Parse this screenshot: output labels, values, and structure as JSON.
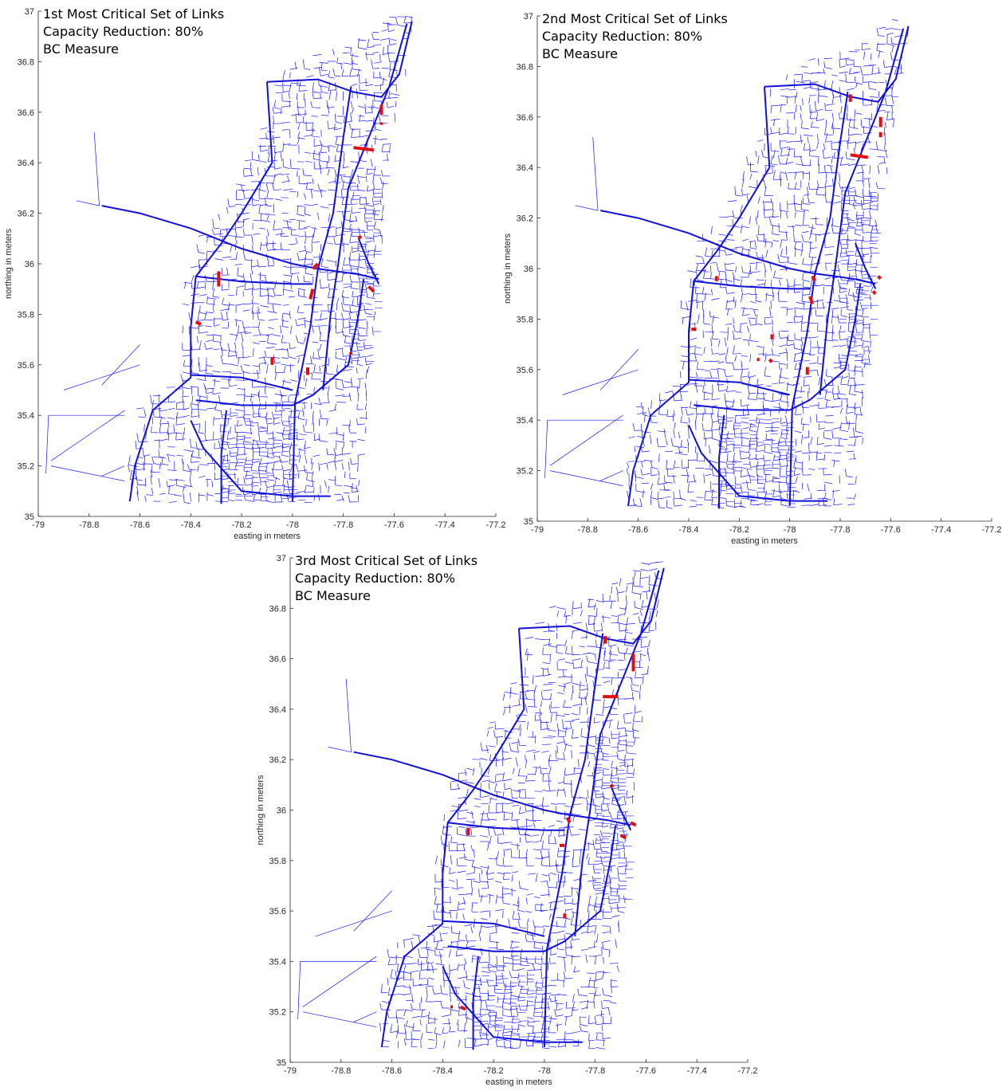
{
  "chart_data": [
    {
      "type": "network-map",
      "annotation": [
        "1st Most Critical Set of Links",
        "Capacity Reduction: 80%",
        "BC Measure"
      ],
      "xlabel": "easting in meters",
      "ylabel": "northing in meters",
      "xlim": [
        -79,
        -77.2
      ],
      "ylim": [
        35,
        37
      ],
      "xticks": [
        "-79",
        "-78.8",
        "-78.6",
        "-78.4",
        "-78.2",
        "-78",
        "-77.8",
        "-77.6",
        "-77.4",
        "-77.2"
      ],
      "yticks": [
        "35",
        "35.2",
        "35.4",
        "35.6",
        "35.8",
        "36",
        "36.2",
        "36.4",
        "36.6",
        "36.8",
        "37"
      ],
      "network_color": "#1a1aff",
      "critical_color": "#e01010",
      "critical_links": [
        [
          [
            -77.65,
            36.63
          ],
          [
            -77.65,
            36.59
          ]
        ],
        [
          [
            -77.65,
            36.56
          ],
          [
            -77.65,
            36.55
          ]
        ],
        [
          [
            -77.76,
            36.46
          ],
          [
            -77.68,
            36.45
          ]
        ],
        [
          [
            -78.29,
            35.97
          ],
          [
            -78.29,
            35.91
          ]
        ],
        [
          [
            -77.92,
            35.98
          ],
          [
            -77.9,
            36.0
          ]
        ],
        [
          [
            -77.93,
            35.86
          ],
          [
            -77.92,
            35.9
          ]
        ],
        [
          [
            -78.38,
            35.77
          ],
          [
            -78.36,
            35.76
          ]
        ],
        [
          [
            -78.08,
            35.63
          ],
          [
            -78.08,
            35.6
          ]
        ],
        [
          [
            -77.94,
            35.59
          ],
          [
            -77.94,
            35.56
          ]
        ],
        [
          [
            -77.7,
            35.91
          ],
          [
            -77.68,
            35.89
          ]
        ],
        [
          [
            -77.74,
            36.1
          ],
          [
            -77.73,
            36.11
          ]
        ],
        [
          [
            -77.77,
            35.65
          ],
          [
            -77.77,
            35.64
          ]
        ]
      ]
    },
    {
      "type": "network-map",
      "annotation": [
        "2nd Most Critical Set of Links",
        "Capacity Reduction: 80%",
        "BC Measure"
      ],
      "xlabel": "easting in meters",
      "ylabel": "northing in meters",
      "xlim": [
        -79,
        -77.2
      ],
      "ylim": [
        35,
        37
      ],
      "xticks": [
        "-79",
        "-78.8",
        "-78.6",
        "-78.4",
        "-78.2",
        "-78",
        "-77.8",
        "-77.6",
        "-77.4",
        "-77.2"
      ],
      "yticks": [
        "35",
        "35.2",
        "35.4",
        "35.6",
        "35.8",
        "36",
        "36.2",
        "36.4",
        "36.6",
        "36.8",
        "37"
      ],
      "network_color": "#1a1aff",
      "critical_color": "#e01010",
      "critical_links": [
        [
          [
            -77.76,
            36.69
          ],
          [
            -77.76,
            36.66
          ]
        ],
        [
          [
            -77.64,
            36.6
          ],
          [
            -77.64,
            36.56
          ]
        ],
        [
          [
            -77.64,
            36.54
          ],
          [
            -77.64,
            36.52
          ]
        ],
        [
          [
            -77.76,
            36.45
          ],
          [
            -77.69,
            36.44
          ]
        ],
        [
          [
            -78.29,
            35.97
          ],
          [
            -78.29,
            35.95
          ]
        ],
        [
          [
            -77.91,
            35.97
          ],
          [
            -77.9,
            35.95
          ]
        ],
        [
          [
            -77.92,
            35.89
          ],
          [
            -77.91,
            35.86
          ]
        ],
        [
          [
            -78.39,
            35.76
          ],
          [
            -78.37,
            35.76
          ]
        ],
        [
          [
            -78.07,
            35.74
          ],
          [
            -78.07,
            35.72
          ]
        ],
        [
          [
            -78.13,
            35.64
          ],
          [
            -78.12,
            35.64
          ]
        ],
        [
          [
            -78.08,
            35.64
          ],
          [
            -78.07,
            35.63
          ]
        ],
        [
          [
            -77.93,
            35.61
          ],
          [
            -77.93,
            35.58
          ]
        ],
        [
          [
            -77.65,
            35.97
          ],
          [
            -77.64,
            35.96
          ]
        ],
        [
          [
            -77.67,
            35.91
          ],
          [
            -77.66,
            35.9
          ]
        ]
      ]
    },
    {
      "type": "network-map",
      "annotation": [
        "3rd Most Critical Set of Links",
        "Capacity Reduction: 80%",
        "BC Measure"
      ],
      "xlabel": "easting in meters",
      "ylabel": "northing in meters",
      "xlim": [
        -79,
        -77.2
      ],
      "ylim": [
        35,
        37
      ],
      "xticks": [
        "-79",
        "-78.8",
        "-78.6",
        "-78.4",
        "-78.2",
        "-78",
        "-77.8",
        "-77.6",
        "-77.4",
        "-77.2"
      ],
      "yticks": [
        "35",
        "35.2",
        "35.4",
        "35.6",
        "35.8",
        "36",
        "36.2",
        "36.4",
        "36.6",
        "36.8",
        "37"
      ],
      "network_color": "#1a1aff",
      "critical_color": "#e01010",
      "critical_links": [
        [
          [
            -77.76,
            36.69
          ],
          [
            -77.76,
            36.66
          ]
        ],
        [
          [
            -77.65,
            36.62
          ],
          [
            -77.65,
            36.55
          ]
        ],
        [
          [
            -77.77,
            36.45
          ],
          [
            -77.71,
            36.45
          ]
        ],
        [
          [
            -78.3,
            35.93
          ],
          [
            -78.3,
            35.9
          ]
        ],
        [
          [
            -77.91,
            35.97
          ],
          [
            -77.9,
            35.95
          ]
        ],
        [
          [
            -77.92,
            35.86
          ],
          [
            -77.94,
            35.86
          ]
        ],
        [
          [
            -77.92,
            35.59
          ],
          [
            -77.92,
            35.57
          ]
        ],
        [
          [
            -78.33,
            35.22
          ],
          [
            -78.31,
            35.21
          ]
        ],
        [
          [
            -78.37,
            35.22
          ],
          [
            -78.36,
            35.22
          ]
        ],
        [
          [
            -77.66,
            35.95
          ],
          [
            -77.64,
            35.94
          ]
        ],
        [
          [
            -77.7,
            35.9
          ],
          [
            -77.68,
            35.89
          ]
        ],
        [
          [
            -77.74,
            36.09
          ],
          [
            -77.73,
            36.1
          ]
        ]
      ]
    }
  ]
}
